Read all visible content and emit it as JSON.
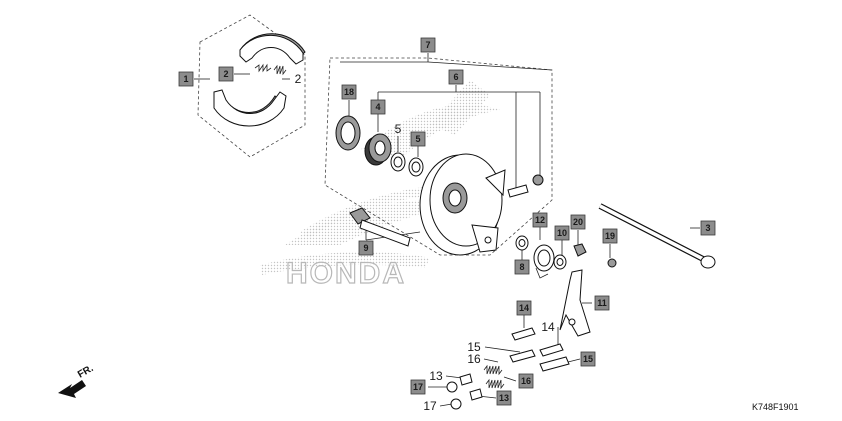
{
  "diagram_code": "K748F1901",
  "direction_label": "FR.",
  "watermark_text": "HONDA",
  "colors": {
    "callout_fill": "#8c8c8c",
    "line": "#222222",
    "watermark": "#c8c8c8"
  },
  "callouts": [
    {
      "id": "c1",
      "label": "1",
      "boxed": true
    },
    {
      "id": "c2a",
      "label": "2",
      "boxed": true
    },
    {
      "id": "c2b",
      "label": "2",
      "boxed": false
    },
    {
      "id": "c3",
      "label": "3",
      "boxed": true
    },
    {
      "id": "c4",
      "label": "4",
      "boxed": true
    },
    {
      "id": "c5a",
      "label": "5",
      "boxed": false
    },
    {
      "id": "c5b",
      "label": "5",
      "boxed": true
    },
    {
      "id": "c6",
      "label": "6",
      "boxed": true
    },
    {
      "id": "c7",
      "label": "7",
      "boxed": true
    },
    {
      "id": "c8",
      "label": "8",
      "boxed": true
    },
    {
      "id": "c9",
      "label": "9",
      "boxed": true
    },
    {
      "id": "c10",
      "label": "10",
      "boxed": true
    },
    {
      "id": "c11",
      "label": "11",
      "boxed": true
    },
    {
      "id": "c12",
      "label": "12",
      "boxed": true
    },
    {
      "id": "c13a",
      "label": "13",
      "boxed": false
    },
    {
      "id": "c13b",
      "label": "13",
      "boxed": true
    },
    {
      "id": "c14a",
      "label": "14",
      "boxed": true
    },
    {
      "id": "c14b",
      "label": "14",
      "boxed": false
    },
    {
      "id": "c15a",
      "label": "15",
      "boxed": false
    },
    {
      "id": "c15b",
      "label": "15",
      "boxed": true
    },
    {
      "id": "c16a",
      "label": "16",
      "boxed": false
    },
    {
      "id": "c16b",
      "label": "16",
      "boxed": true
    },
    {
      "id": "c17a",
      "label": "17",
      "boxed": true
    },
    {
      "id": "c17b",
      "label": "17",
      "boxed": false
    },
    {
      "id": "c18",
      "label": "18",
      "boxed": true
    },
    {
      "id": "c19",
      "label": "19",
      "boxed": true
    },
    {
      "id": "c20",
      "label": "20",
      "boxed": true
    }
  ]
}
